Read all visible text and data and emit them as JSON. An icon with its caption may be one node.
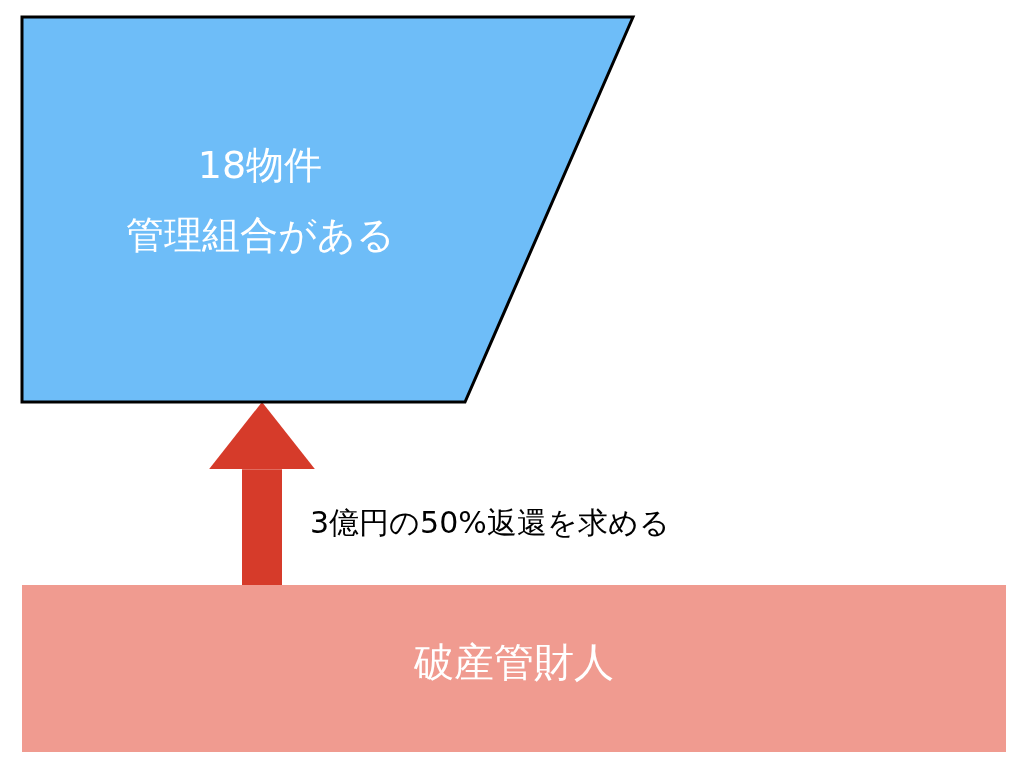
{
  "diagram": {
    "nodes": [
      {
        "text": [
          "18物件",
          "管理組合がある"
        ]
      },
      {
        "text": [
          "破産管財人"
        ]
      }
    ],
    "edges": [
      {
        "from": 1,
        "to": 0,
        "arrow": "to",
        "label": "3億円の50%返還を求める",
        "color": "#d63b2a"
      }
    ]
  }
}
